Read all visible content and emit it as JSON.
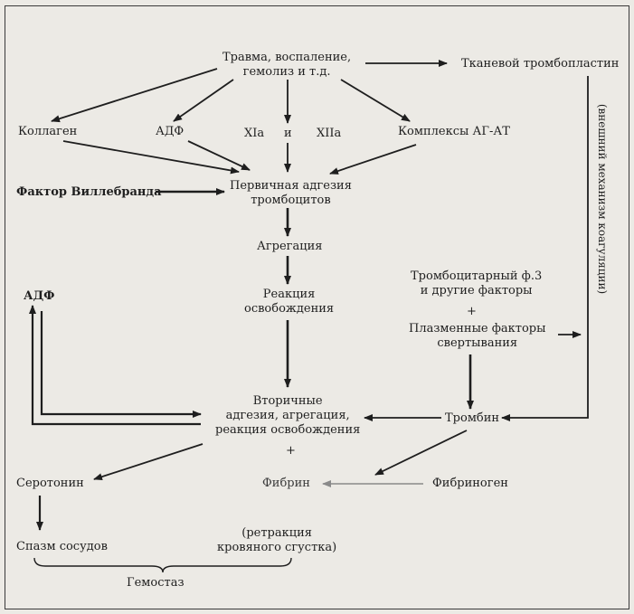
{
  "labels": {
    "trauma": "Травма, воспаление,\nгемолиз и т.д.",
    "tissue_thromboplastin": "Тканевой тромбопластин",
    "collagen": "Коллаген",
    "adp_top": "АДФ",
    "factor_xia": "XIa",
    "and": "и",
    "factor_xiia": "XIIa",
    "ag_at_complexes": "Комплексы АГ-АТ",
    "willebrand": "Фактор Виллебранда",
    "primary_adhesion": "Первичная адгезия\nтромбоцитов",
    "aggregation": "Агрегация",
    "release_reaction": "Реакция\nосвобождения",
    "platelet_factor": "Тромбоцитарный ф.3\nи другие факторы",
    "plus_1": "+",
    "plasma_factors": "Плазменные факторы\nсвертывания",
    "adp_left": "АДФ",
    "secondary": "Вторичные\nадгезия, агрегация,\nреакция освобождения",
    "thrombin": "Тромбин",
    "plus_2": "+",
    "serotonin": "Серотонин",
    "fibrin": "Фибрин",
    "fibrinogen": "Фибриноген",
    "vasospasm": "Спазм сосудов",
    "retraction": "(ретракция\nкровяного сгустка)",
    "hemostasis": "Гемостаз",
    "extrinsic": "(внешний механизм коагуляции)"
  },
  "colors": {
    "ink": "#1e1e1e",
    "paper": "#eceae5",
    "faint_arrow": "#8a8a8a"
  }
}
